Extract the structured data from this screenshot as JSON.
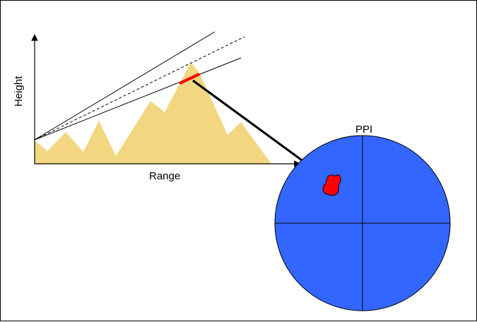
{
  "labels": {
    "x_axis": "Range",
    "y_axis": "Height",
    "ppi": "PPI"
  },
  "colors": {
    "terrain": "#f2d680",
    "beam_lines": "#000000",
    "blockage_segment": "#ff0000",
    "ppi_disc": "#3366ff",
    "echo_blob": "#ff0000",
    "outline": "#000000"
  },
  "beam": {
    "upper_edge": "solid",
    "center": "dashed",
    "lower_edge": "solid"
  }
}
